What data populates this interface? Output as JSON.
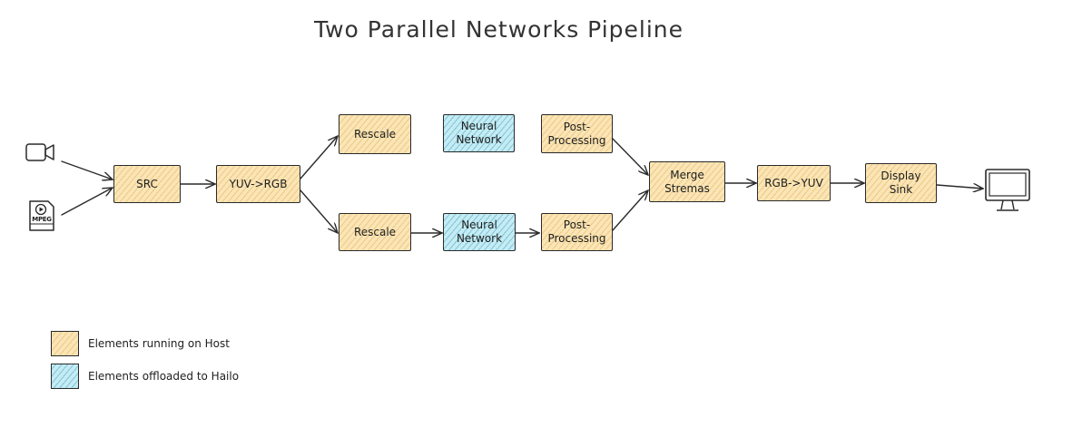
{
  "title": "Two Parallel Networks Pipeline",
  "nodes": {
    "src": "SRC",
    "yuv_rgb": "YUV->RGB",
    "rescale_top": "Rescale",
    "nn_top": "Neural\nNetwork",
    "post_top": "Post-\nProcessing",
    "rescale_bottom": "Rescale",
    "nn_bottom": "Neural\nNetwork",
    "post_bottom": "Post-\nProcessing",
    "merge": "Merge\nStremas",
    "rgb_yuv": "RGB->YUV",
    "display": "Display\nSink"
  },
  "icons": {
    "camera": "video-camera-icon",
    "file": "mpeg-file-icon",
    "file_label": "MPEG",
    "monitor": "monitor-icon"
  },
  "legend": {
    "host_label": "Elements running on Host",
    "hailo_label": "Elements offloaded to Hailo"
  },
  "colors": {
    "host": "#fbe5b6",
    "hailo": "#c4ecf4",
    "stroke": "#2a2a2a"
  }
}
